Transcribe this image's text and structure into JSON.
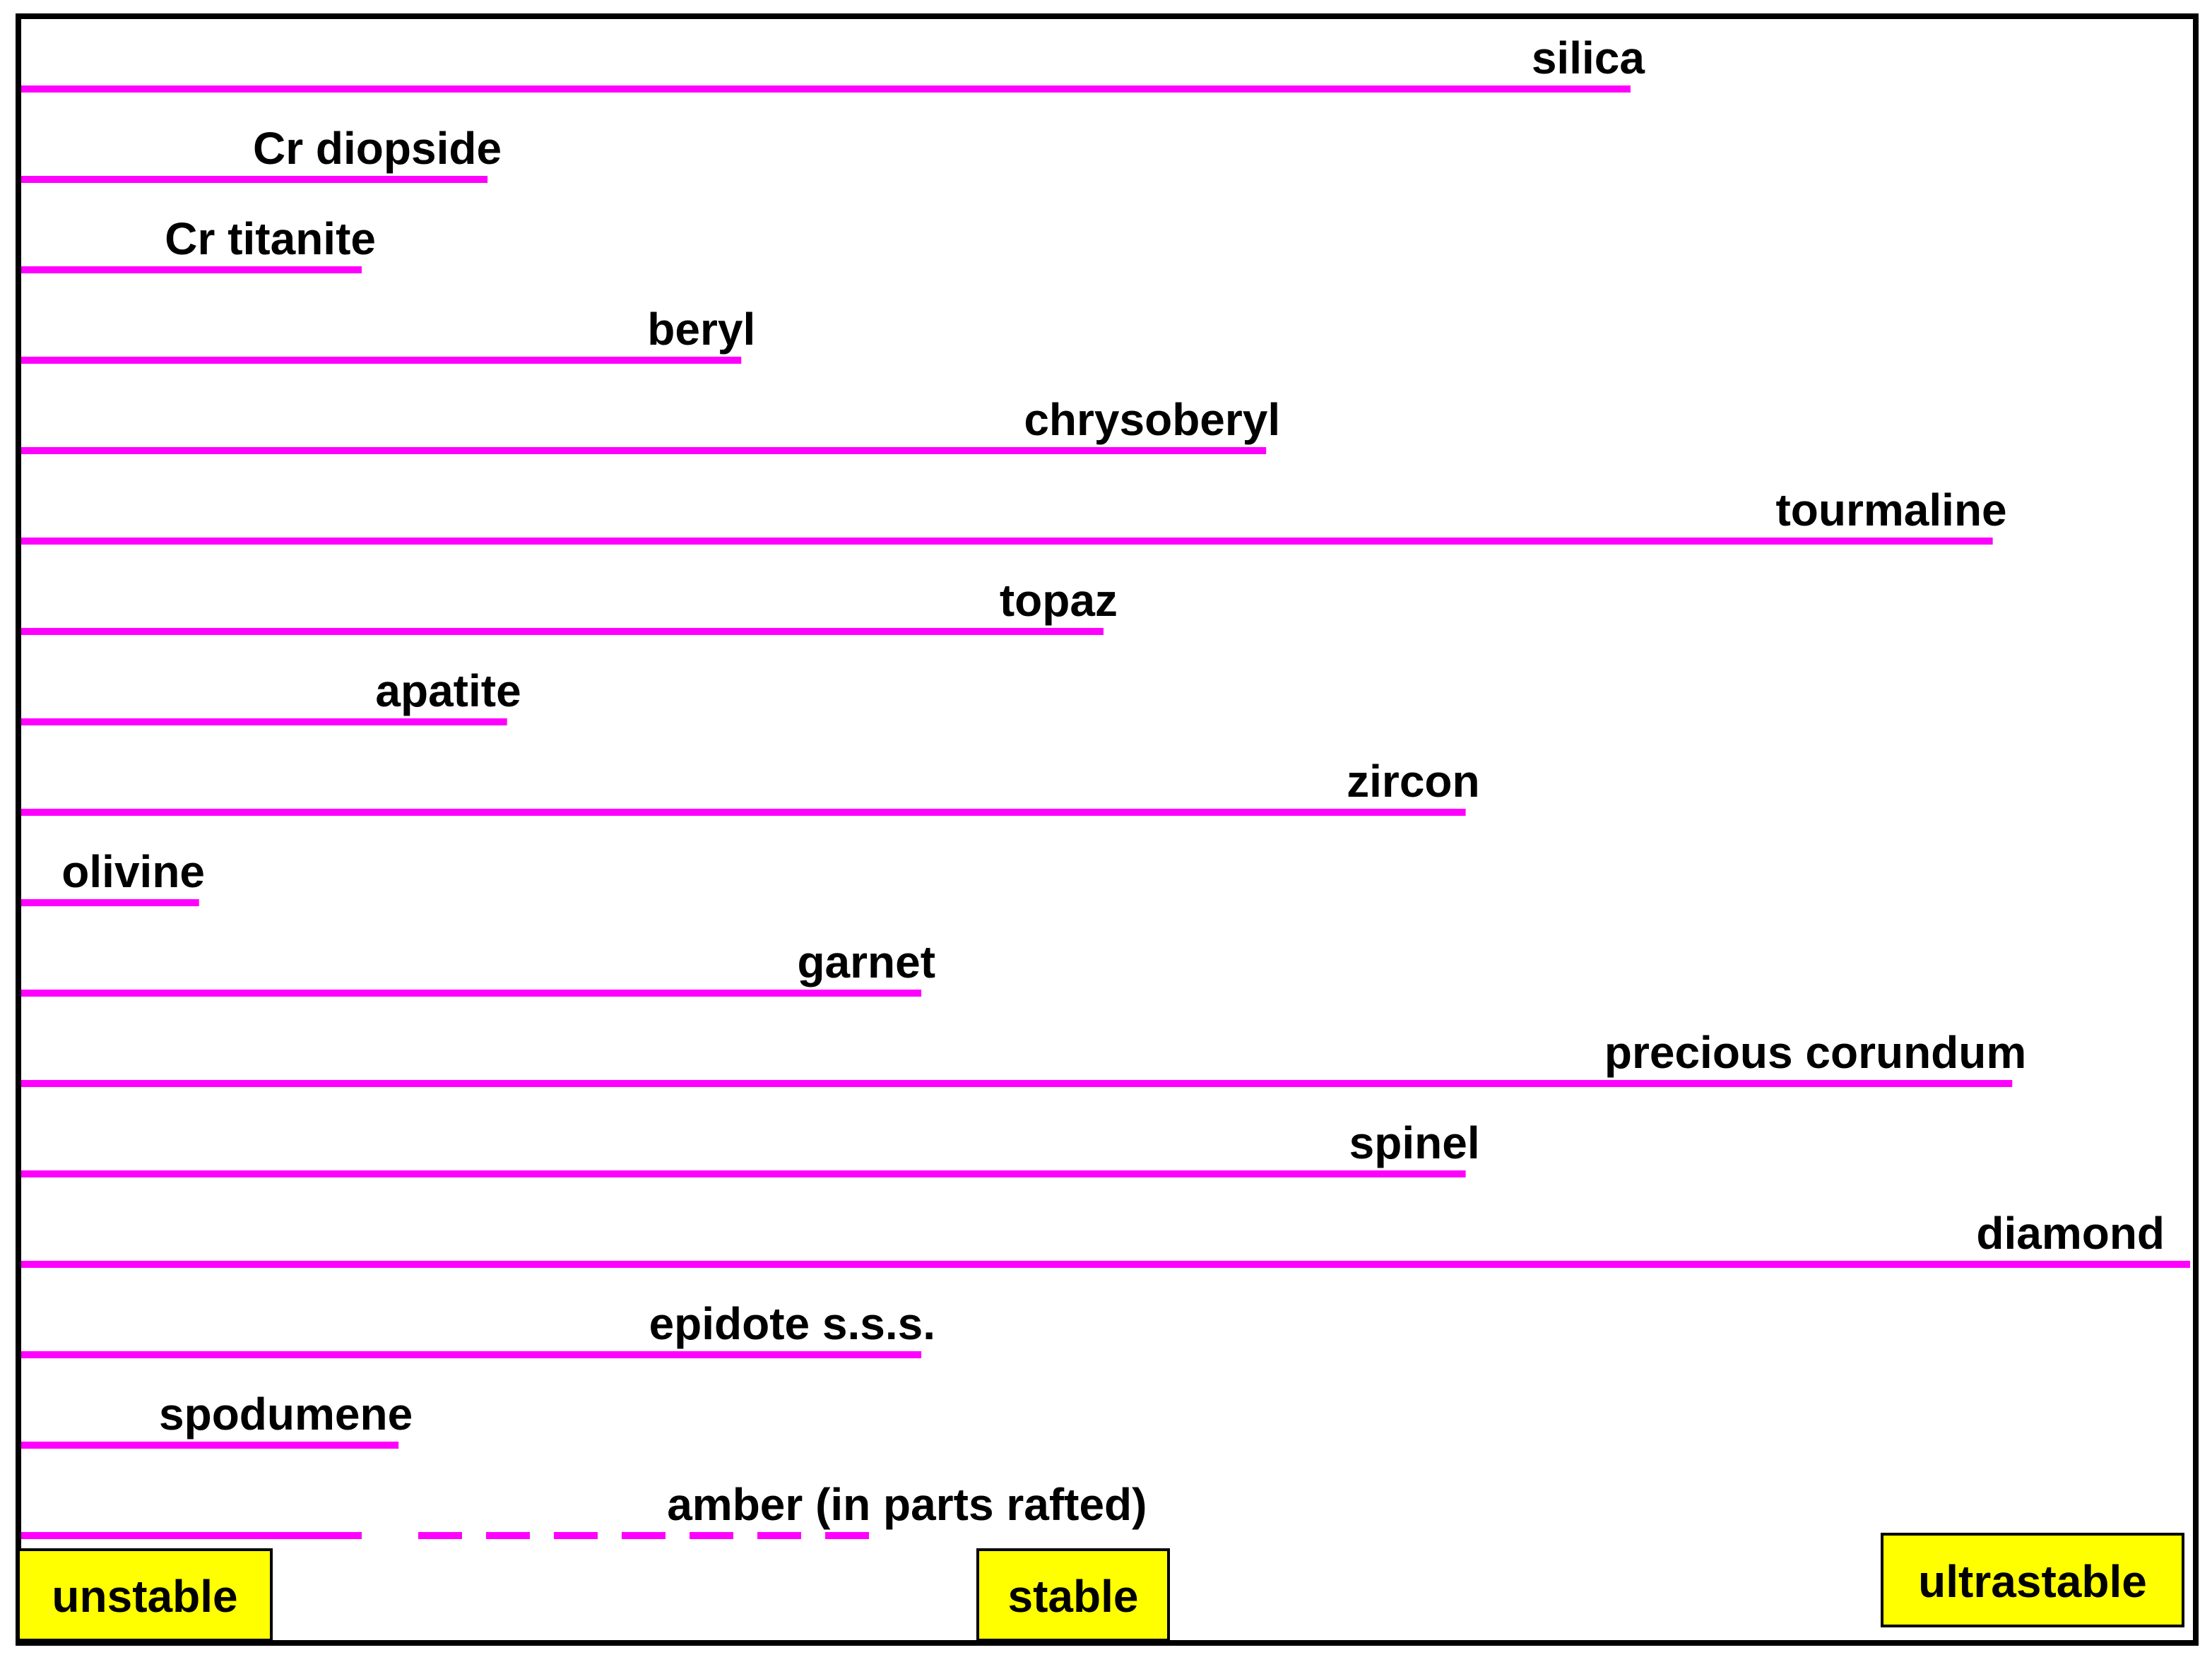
{
  "chart_data": {
    "type": "bar",
    "title": "",
    "xlabel": "",
    "ylabel": "",
    "x_scale_labels": [
      "unstable",
      "stable",
      "ultrastable"
    ],
    "x_scale_positions": [
      0,
      0.5,
      1
    ],
    "xlim": [
      0,
      1
    ],
    "bar_color": "#ff00ff",
    "label_box_color": "#ffff00",
    "grid": false,
    "legend": "none",
    "bars": [
      {
        "label": "silica",
        "value": 0.742
      },
      {
        "label": "Cr diopside",
        "value": 0.215
      },
      {
        "label": "Cr titanite",
        "value": 0.157
      },
      {
        "label": "beryl",
        "value": 0.332
      },
      {
        "label": "chrysoberyl",
        "value": 0.574
      },
      {
        "label": "tourmaline",
        "value": 0.909
      },
      {
        "label": "topaz",
        "value": 0.499
      },
      {
        "label": "apatite",
        "value": 0.224
      },
      {
        "label": "zircon",
        "value": 0.666
      },
      {
        "label": "olivine",
        "value": 0.082
      },
      {
        "label": "garnet",
        "value": 0.415
      },
      {
        "label": "precious corundum",
        "value": 0.918
      },
      {
        "label": "spinel",
        "value": 0.666
      },
      {
        "label": "diamond",
        "value": 1.0
      },
      {
        "label": "epidote s.s.s.",
        "value": 0.415
      },
      {
        "label": "spodumene",
        "value": 0.174
      },
      {
        "label": "amber (in parts rafted)",
        "value": 0.157,
        "dashed_to": 0.392
      }
    ]
  }
}
